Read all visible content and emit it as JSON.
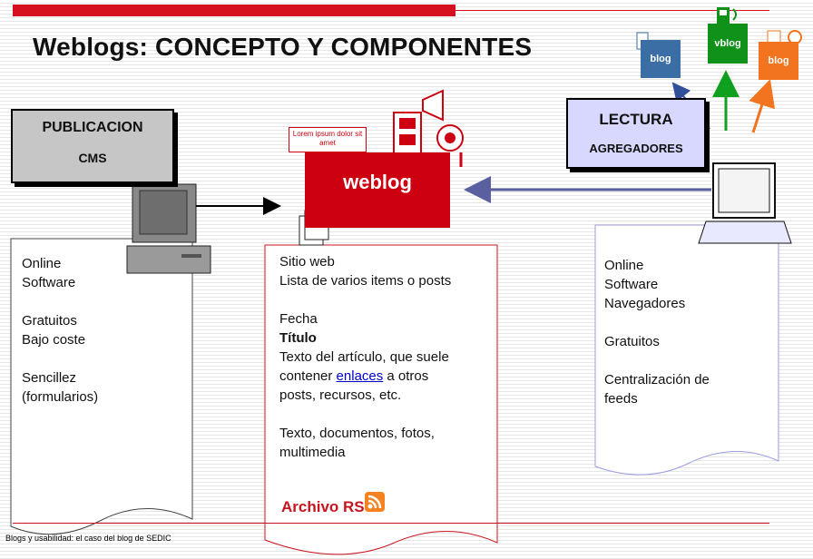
{
  "title": "Weblogs: CONCEPTO Y COMPONENTES",
  "publicacion": {
    "title": "PUBLICACION",
    "subtitle": "CMS"
  },
  "lectura": {
    "title": "LECTURA",
    "subtitle": "AGREGADORES"
  },
  "weblog_label": "weblog",
  "lorem": "Lorem ipsum dolor sit amet",
  "blog_tags": {
    "blue": "blog",
    "green": "vblog",
    "orange": "blog"
  },
  "left_notes": [
    "Online",
    "Software",
    "Gratuitos",
    "Bajo coste",
    "Sencillez",
    "(formularios)"
  ],
  "middle_notes": {
    "line1": "Sitio web",
    "line2": "Lista de varios items o posts",
    "line3": "Fecha",
    "title_word": "Título",
    "line5": "Texto del artículo, que suele",
    "line6_pre": "contener ",
    "link_word": "enlaces",
    "line6_post": " a otros",
    "line7": "posts, recursos, etc.",
    "line8": "Texto, documentos, fotos,",
    "line9": "multimedia"
  },
  "rss_label": "Archivo RSS",
  "right_notes": [
    "Online",
    "Software",
    "Navegadores",
    "Gratuitos",
    "Centralización de",
    "feeds"
  ],
  "footer": "Blogs y usabilidad: el caso del blog de SEDIC",
  "colors": {
    "accent_red": "#cc0011",
    "blog_blue": "#3a6ea5",
    "vblog_green": "#10911a",
    "blog_orange": "#f2741f",
    "lectura_fill": "#d8d8ff"
  },
  "icons": [
    "computer-icon",
    "laptop-icon",
    "multimedia-icon",
    "document-icon",
    "rss-icon"
  ]
}
